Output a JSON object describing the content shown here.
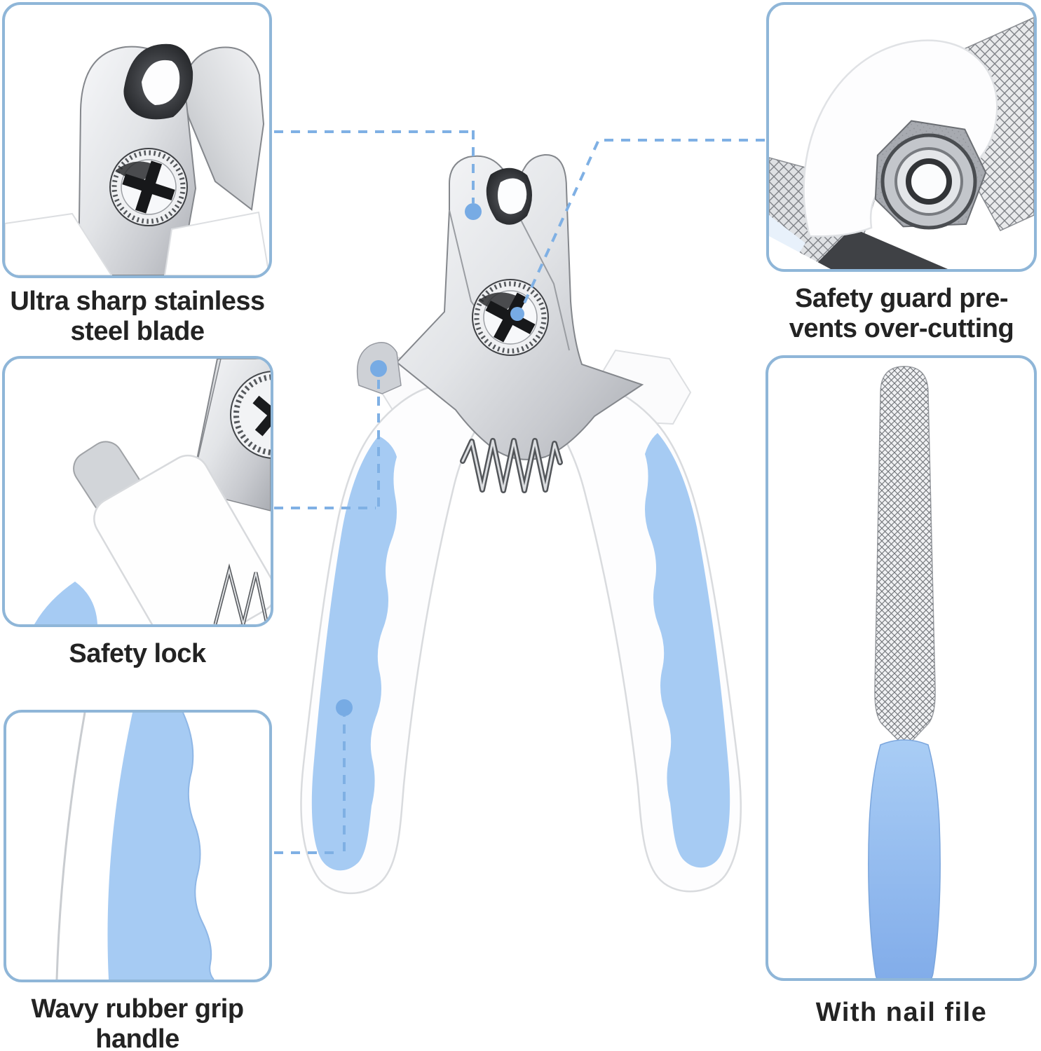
{
  "captions": {
    "ultra_sharp": {
      "line1": "Ultra sharp stainless",
      "line2": "steel blade"
    },
    "safety_lock": {
      "line1": "Safety lock"
    },
    "wavy_grip": {
      "line1": "Wavy rubber grip",
      "line2": "handle"
    },
    "safety_guard": {
      "line1": "Safety guard pre-",
      "line2": "vents over-cutting"
    },
    "nail_file": {
      "line1": "With nail file"
    }
  },
  "colors": {
    "leader_accent_blue": "#7fb0e4",
    "callout_dot_blue": "#77abe4",
    "grip_rubber_blue": "#a6cbf3",
    "file_handle_blue": "#8cb7f0",
    "box_border_blue": "#8fb6d8",
    "caption_text": "#232323",
    "steel_gray": "#c9cbd0",
    "background": "#ffffff"
  }
}
